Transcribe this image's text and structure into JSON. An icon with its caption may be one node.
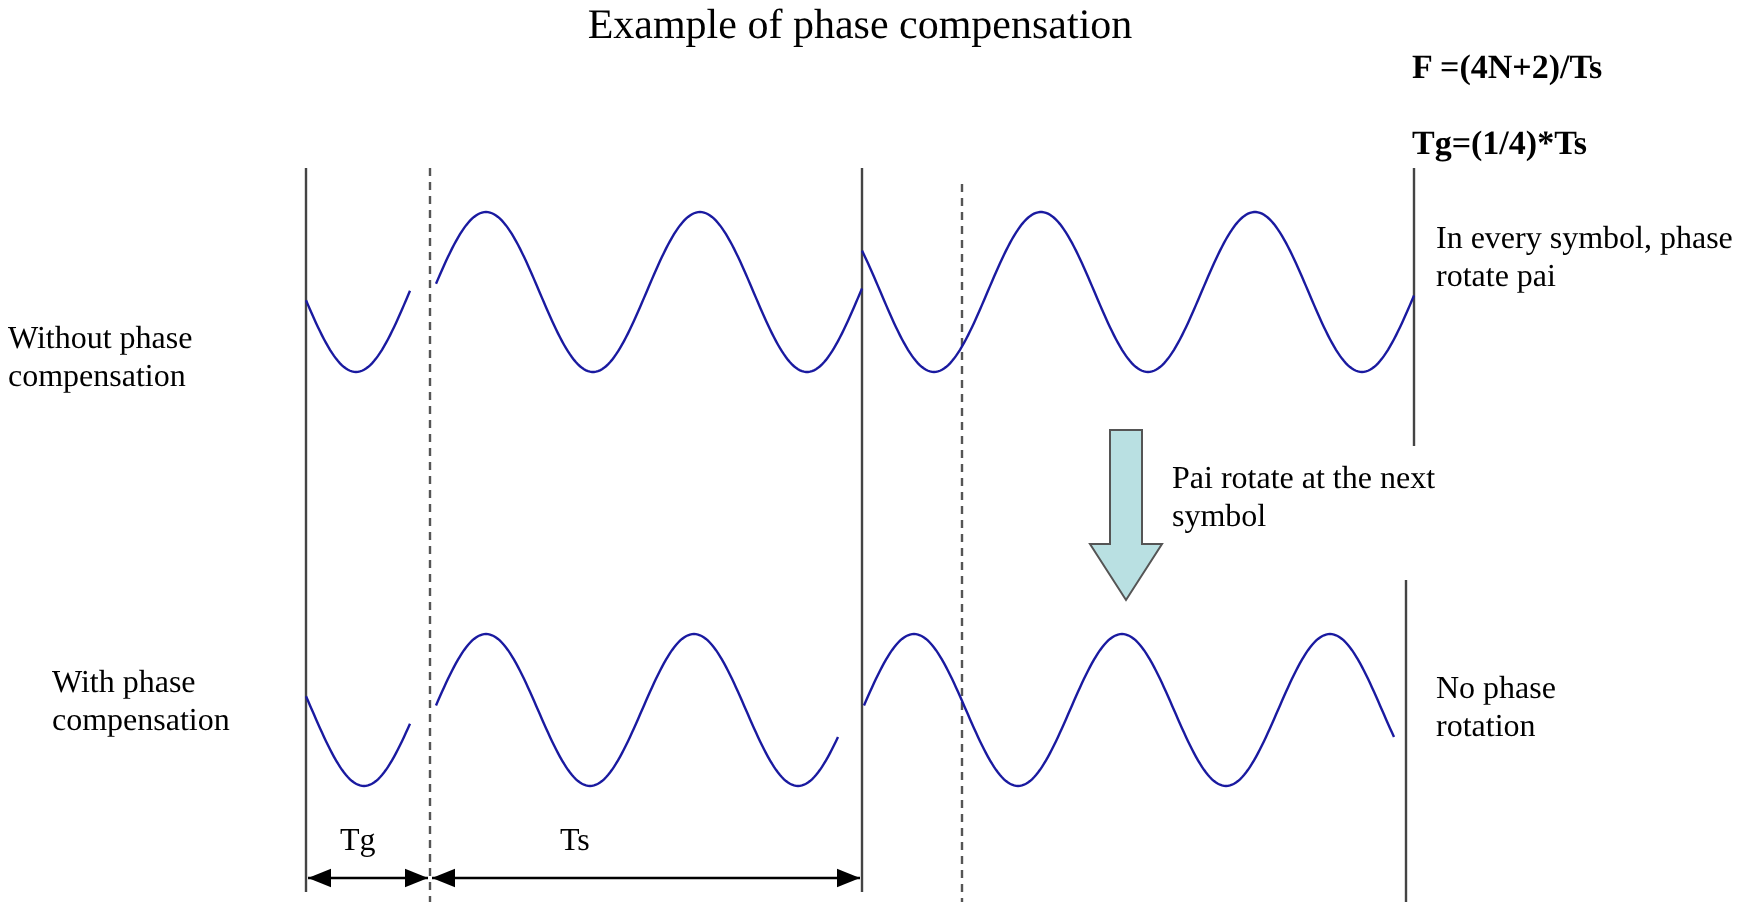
{
  "diagram": {
    "title": "Example of phase compensation",
    "labels": [
      "F =(4N+2)/Ts",
      "Tg=(1/4)*Ts",
      "Without phase compensation",
      "In every symbol, phase rotate pai",
      "Pai rotate at the next symbol",
      "With phase compensation",
      "No phase rotation",
      "Tg",
      "Ts"
    ]
  }
}
